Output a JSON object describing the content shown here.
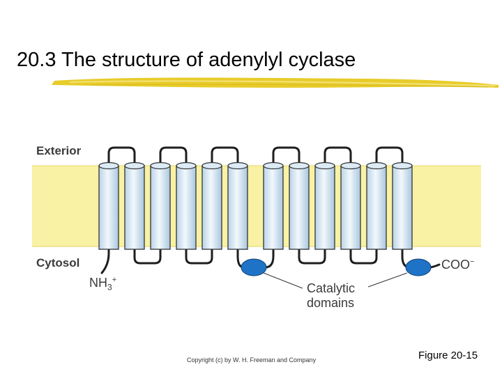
{
  "slide": {
    "title": "20.3 The structure of adenylyl cyclase",
    "copyright": "Copyright (c) by W. H. Freeman and Company",
    "figure_number": "Figure 20-15"
  },
  "diagram": {
    "exterior_label": "Exterior",
    "cytosol_label": "Cytosol",
    "n_terminus": {
      "base": "NH",
      "sub": "3",
      "sup": "+"
    },
    "c_terminus": {
      "base": "COO",
      "sup": "−"
    },
    "catalytic_label_line1": "Catalytic",
    "catalytic_label_line2": "domains",
    "helix_groups": 2,
    "helices_per_group": 6
  },
  "colors": {
    "membrane": "#f9f1a4",
    "membrane_edge": "#e6d860",
    "helix_fill": "#dcebf6",
    "helix_stroke": "#333333",
    "catalytic_domain": "#1f73c6",
    "title_underline": "#e8cc2a"
  }
}
